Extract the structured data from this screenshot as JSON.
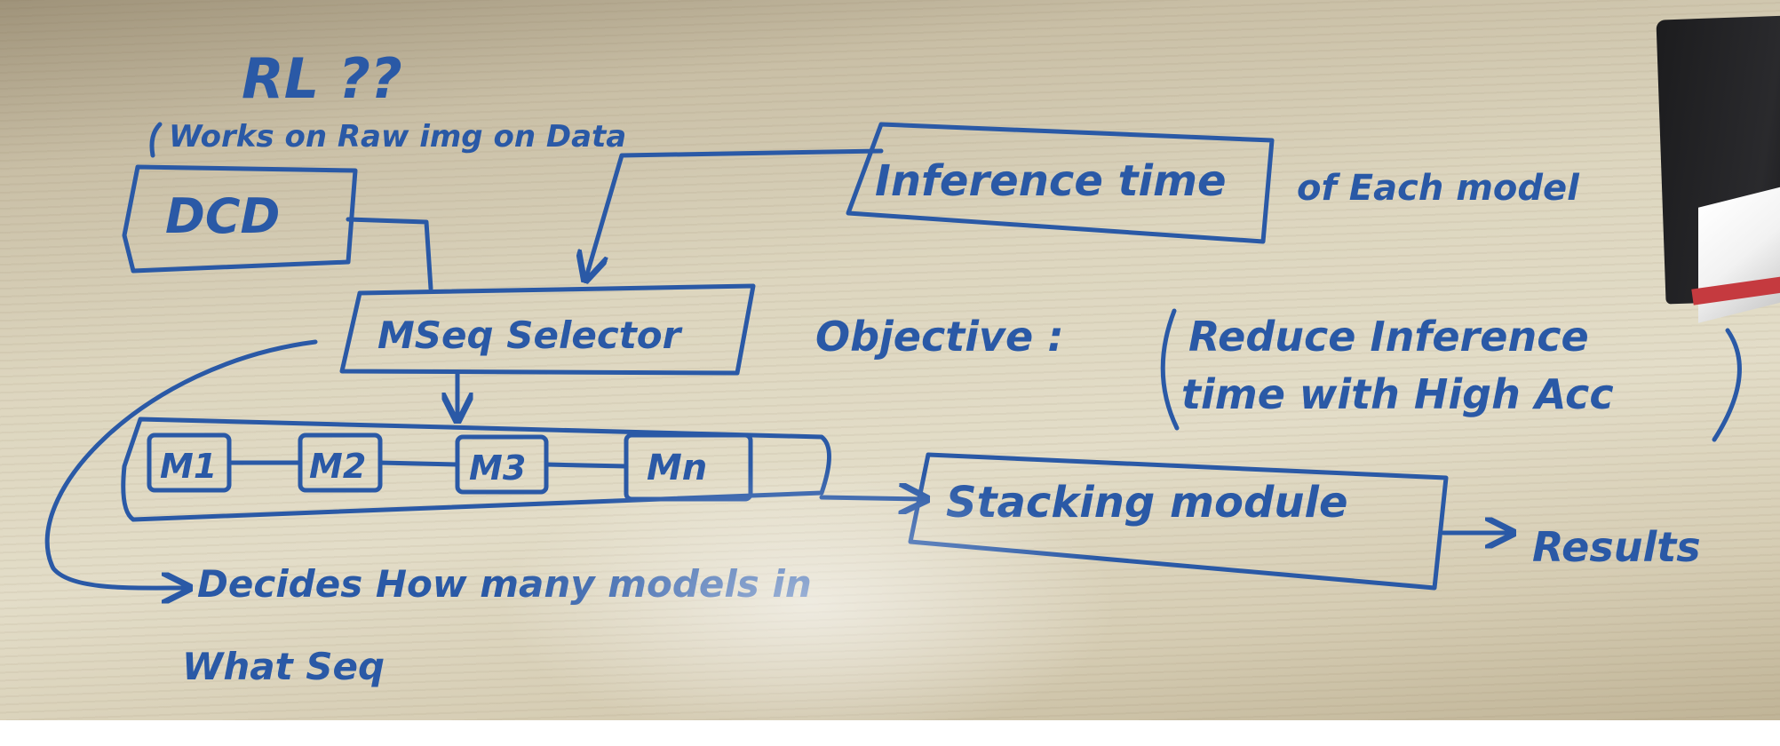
{
  "title": "RL ??",
  "annotation_top": "Works on Raw img on Data",
  "nodes": {
    "dcd": "DCD",
    "inference_time": "Inference time",
    "model_selector": "MSeq Selector",
    "m1": "M1",
    "m2": "M2",
    "m3": "M3",
    "mn": "Mn",
    "stacking": "Stacking module",
    "results": "Results"
  },
  "labels": {
    "of_each_model": "of Each model",
    "objective": "Objective :",
    "objective_line1": "Reduce Inference",
    "objective_line2": "time with High Acc",
    "decides_line1": "Decides How many models in",
    "decides_line2": "What Seq"
  },
  "colors": {
    "ink": "#2a59a6"
  }
}
